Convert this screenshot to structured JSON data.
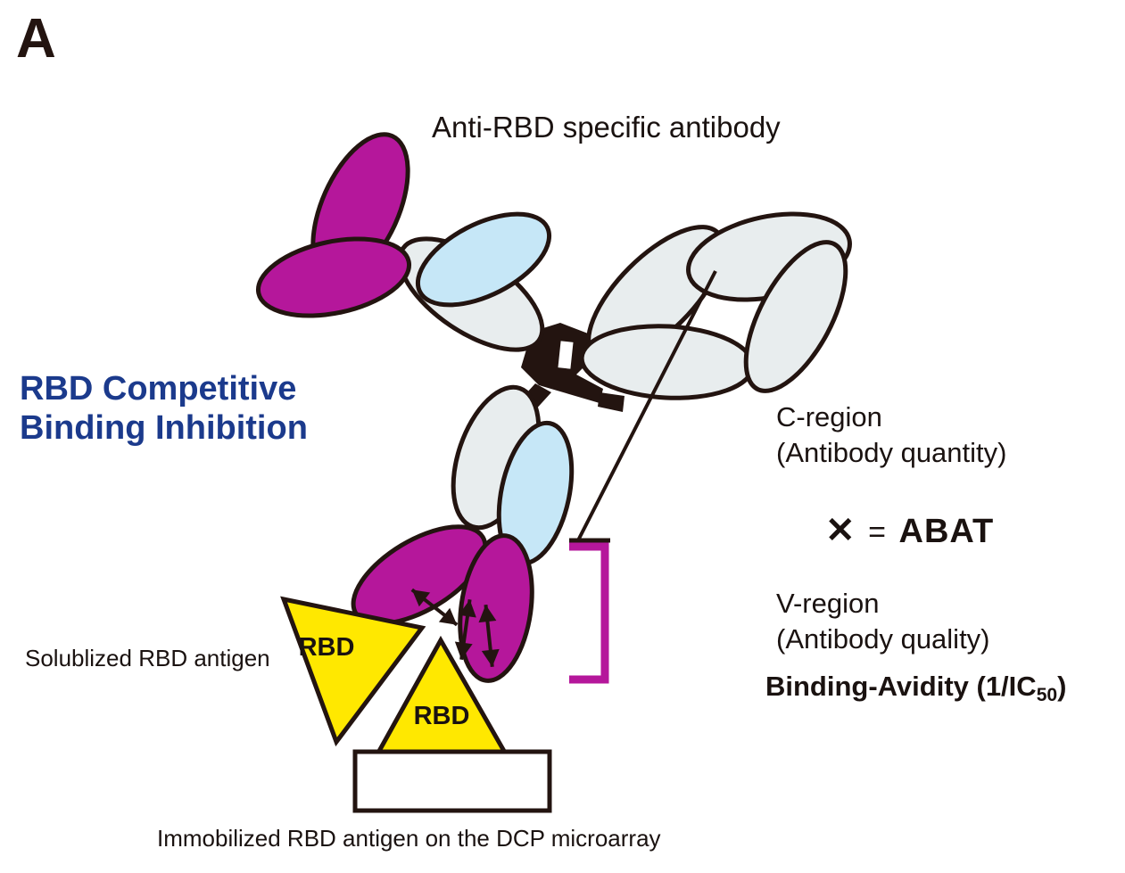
{
  "figure": {
    "panel_label": "A",
    "title": "Anti-RBD specific antibody",
    "background_color": "#ffffff"
  },
  "labels": {
    "heading_line1": "RBD Competitive",
    "heading_line2": "Binding Inhibition",
    "heading_color": "#1b3a8c",
    "c_region_line1": "C-region",
    "c_region_line2": "(Antibody quantity)",
    "v_region_line1": "V-region",
    "v_region_line2": "(Antibody quality)",
    "equation_times": "✕",
    "equation_equals": "=",
    "equation_result": "ABAT",
    "avidity_text": "Binding-Avidity (1/IC",
    "avidity_sub": "50",
    "avidity_close": ")",
    "solublized_antigen": "Solublized RBD antigen",
    "immobilized_antigen": "Immobilized RBD antigen on the DCP microarray",
    "rbd_soluble": "RBD",
    "rbd_immobilized": "RBD"
  },
  "colors": {
    "magenta": "#b5179b",
    "light_blue": "#c6e7f7",
    "light_gray": "#e8edee",
    "yellow": "#ffe800",
    "outline": "#231410",
    "heading_blue": "#1b3a8c",
    "bracket_magenta": "#b5179b"
  },
  "structure": {
    "v_region_domains": 4,
    "c_region_domains": 8,
    "fab_arms": 2,
    "rbd_triangles": 2,
    "interaction_arrows": 2,
    "substrate": "DCP microarray slide"
  }
}
